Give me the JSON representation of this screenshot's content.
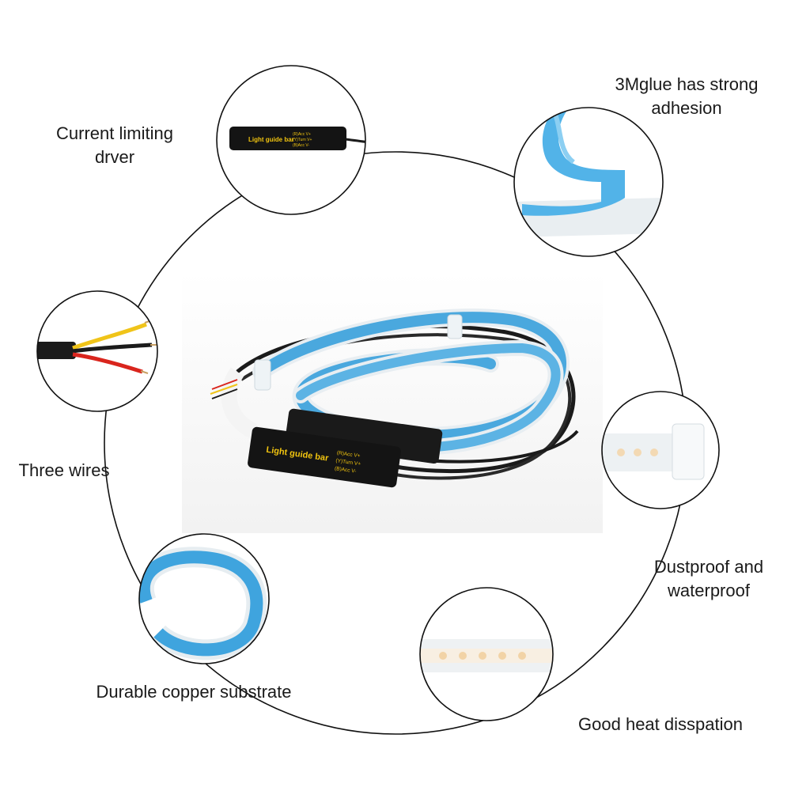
{
  "features": {
    "driver": {
      "lines": [
        "Current limiting",
        "drver"
      ]
    },
    "adhesion": {
      "lines": [
        "3Mglue has strong",
        "adhesion"
      ]
    },
    "wires": {
      "lines": [
        "Three wires"
      ]
    },
    "waterproof": {
      "lines": [
        "Dustproof and",
        "waterproof"
      ]
    },
    "copper": {
      "lines": [
        "Durable copper substrate"
      ]
    },
    "heat": {
      "lines": [
        "Good heat disspation"
      ]
    }
  },
  "driver_box": {
    "title": "Light guide bar",
    "wires": [
      "(R)Acc V+",
      "(Y)Turn V+",
      "(B)Acc V-"
    ]
  },
  "colors": {
    "ring": "#111111",
    "strip_blue": "#4aa8de",
    "strip_white": "#e8eef2",
    "driver_body": "#141414",
    "driver_text": "#f1c40f",
    "wire_red": "#d9251d",
    "wire_yellow": "#f0c419",
    "wire_black": "#1b1b1b"
  }
}
